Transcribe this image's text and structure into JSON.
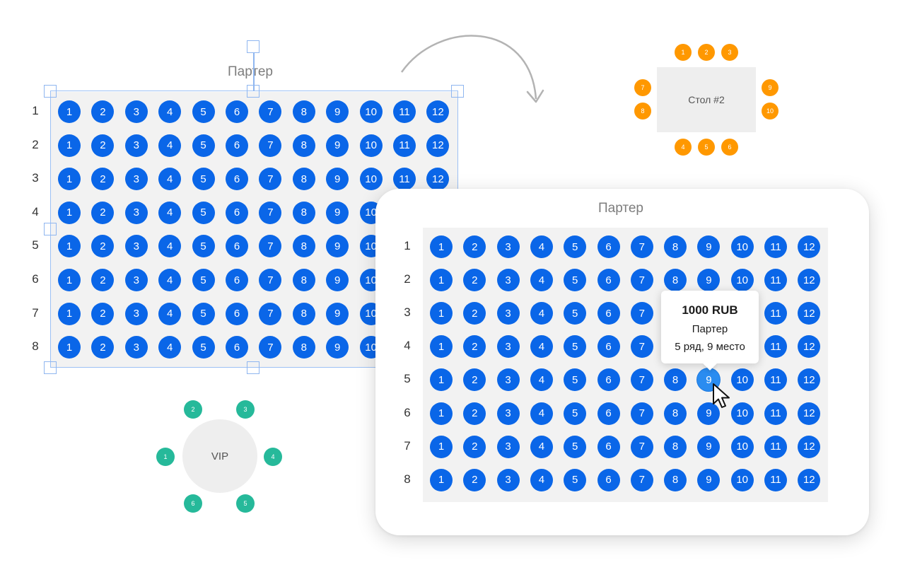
{
  "left_hall": {
    "title": "Партер",
    "rows": [
      "1",
      "2",
      "3",
      "4",
      "5",
      "6",
      "7",
      "8"
    ],
    "seats": [
      "1",
      "2",
      "3",
      "4",
      "5",
      "6",
      "7",
      "8",
      "9",
      "10",
      "11",
      "12"
    ]
  },
  "popup": {
    "title": "Партер",
    "rows": [
      "1",
      "2",
      "3",
      "4",
      "5",
      "6",
      "7",
      "8"
    ],
    "seats": [
      "1",
      "2",
      "3",
      "4",
      "5",
      "6",
      "7",
      "8",
      "9",
      "10",
      "11",
      "12"
    ],
    "selected": {
      "row": "5",
      "seat": "9"
    },
    "tooltip": {
      "price": "1000 RUB",
      "section": "Партер",
      "place": "5 ряд, 9 место"
    }
  },
  "table2": {
    "label": "Стол #2",
    "top_chairs": [
      "1",
      "2",
      "3"
    ],
    "left_chairs": [
      "7",
      "8"
    ],
    "right_chairs": [
      "9",
      "10"
    ],
    "bottom_chairs": [
      "4",
      "5",
      "6"
    ]
  },
  "vip_table": {
    "label": "VIP",
    "chairs": [
      "1",
      "2",
      "3",
      "4",
      "5",
      "6"
    ]
  },
  "colors": {
    "seat": "#0a66e8",
    "seat_selected": "#2a8cf0",
    "orange_chair": "#ff9800",
    "green_chair": "#26b99a",
    "selection": "#8fb6f0"
  }
}
